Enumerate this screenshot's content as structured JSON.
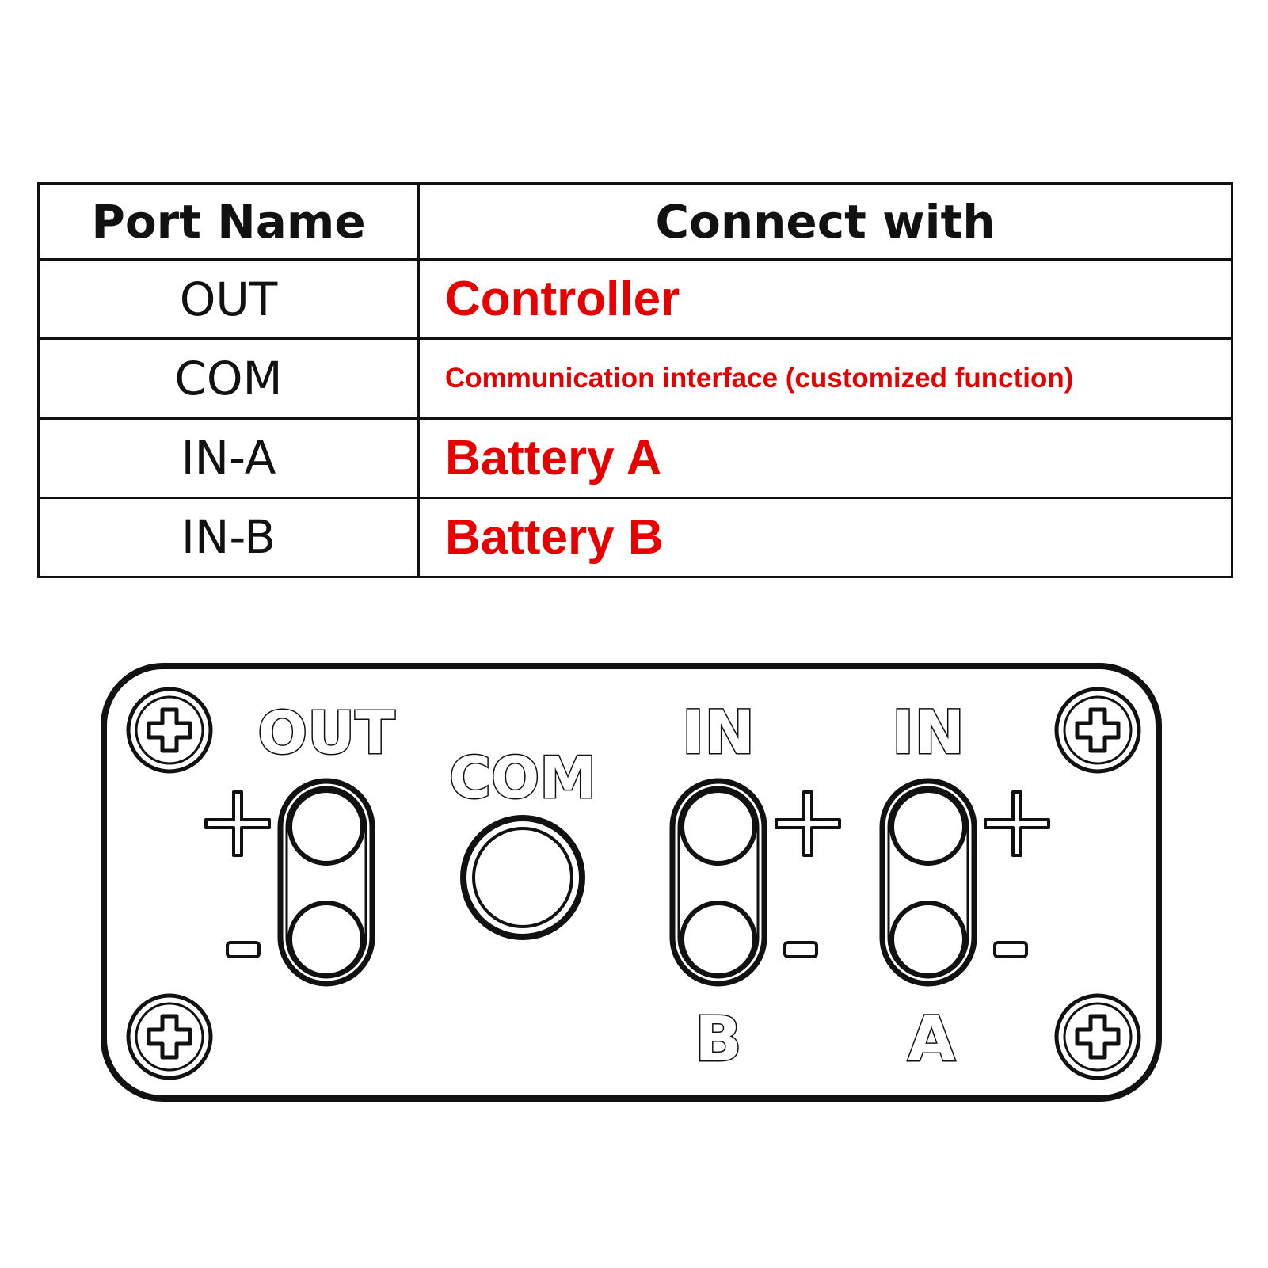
{
  "table": {
    "headers": [
      "Port Name",
      "Connect with"
    ],
    "rows": [
      {
        "port": "OUT",
        "connect": "Controller"
      },
      {
        "port": "COM",
        "connect": "Communication interface (customized function)"
      },
      {
        "port": "IN-A",
        "connect": "Battery A"
      },
      {
        "port": "IN-B",
        "connect": "Battery B"
      }
    ],
    "connect_color": "#e60000"
  },
  "panel": {
    "labels": {
      "out": "OUT",
      "com": "COM",
      "in_left": "IN",
      "in_right": "IN",
      "b": "B",
      "a": "A",
      "plus": "+",
      "minus": "-"
    },
    "screw_icon": "screw-icon"
  }
}
